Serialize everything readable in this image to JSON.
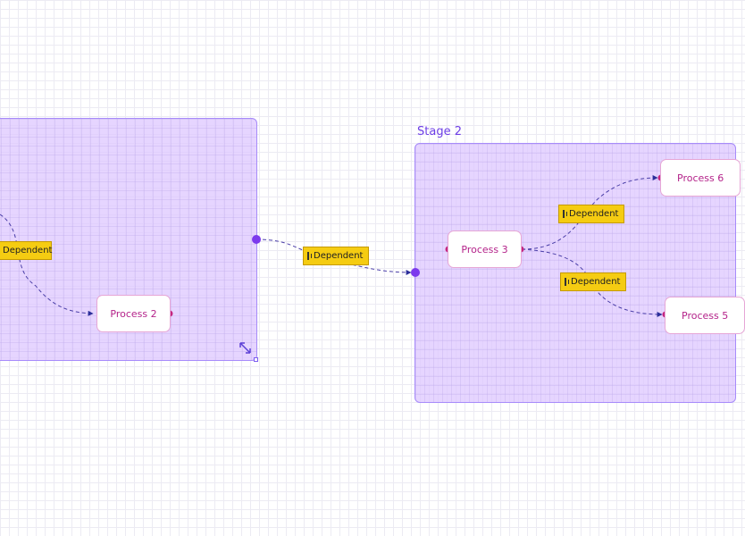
{
  "stages": {
    "stage2": {
      "title": "Stage 2"
    }
  },
  "processes": {
    "p2": "Process 2",
    "p3": "Process 3",
    "p6": "Process 6",
    "p5": "Process 5"
  },
  "edge_labels": {
    "a": "Dependent",
    "b": "Dependent",
    "c": "Dependent",
    "d": "Dependent"
  },
  "colors": {
    "stage_fill": "#dec7ff",
    "stage_border": "#a78bfa",
    "process_text": "#b4238a",
    "port": "#c4267f",
    "stage_port": "#7c3aed",
    "edge": "#4b3fa8",
    "badge": "#f5cc12"
  },
  "icons": {
    "badge": "expand-plus-icon",
    "resize": "resize-arrows-icon"
  }
}
